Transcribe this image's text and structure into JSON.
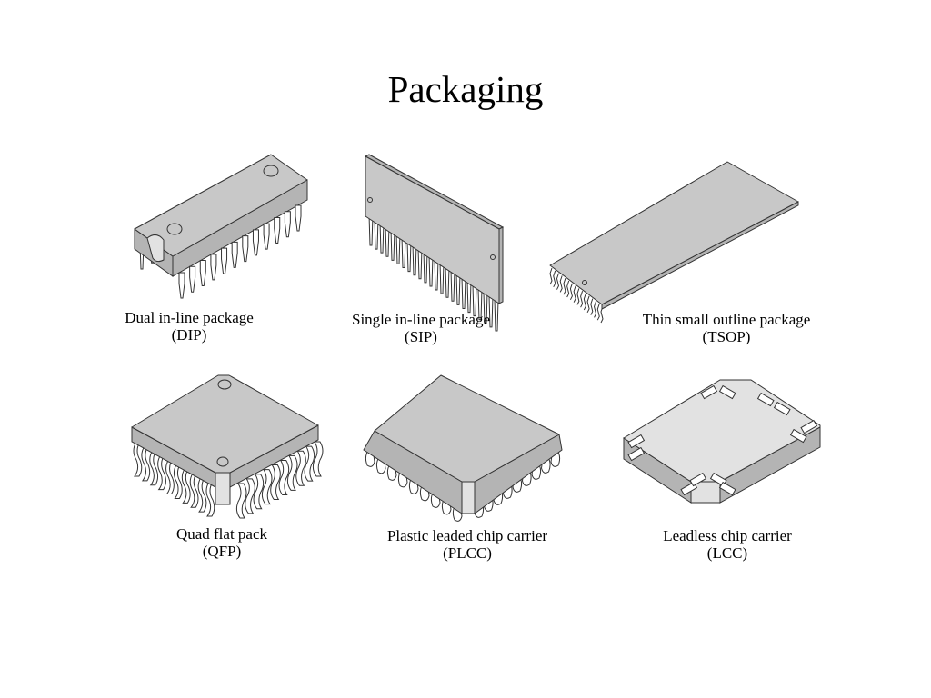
{
  "title": "Packaging",
  "packages": [
    {
      "name": "Dual in-line package",
      "abbr": "(DIP)"
    },
    {
      "name": "Single in-line package",
      "abbr": "(SIP)"
    },
    {
      "name": "Thin small outline package",
      "abbr": "(TSOP)"
    },
    {
      "name": "Quad flat pack",
      "abbr": "(QFP)"
    },
    {
      "name": "Plastic leaded chip carrier",
      "abbr": "(PLCC)"
    },
    {
      "name": "Leadless chip carrier",
      "abbr": "(LCC)"
    }
  ]
}
